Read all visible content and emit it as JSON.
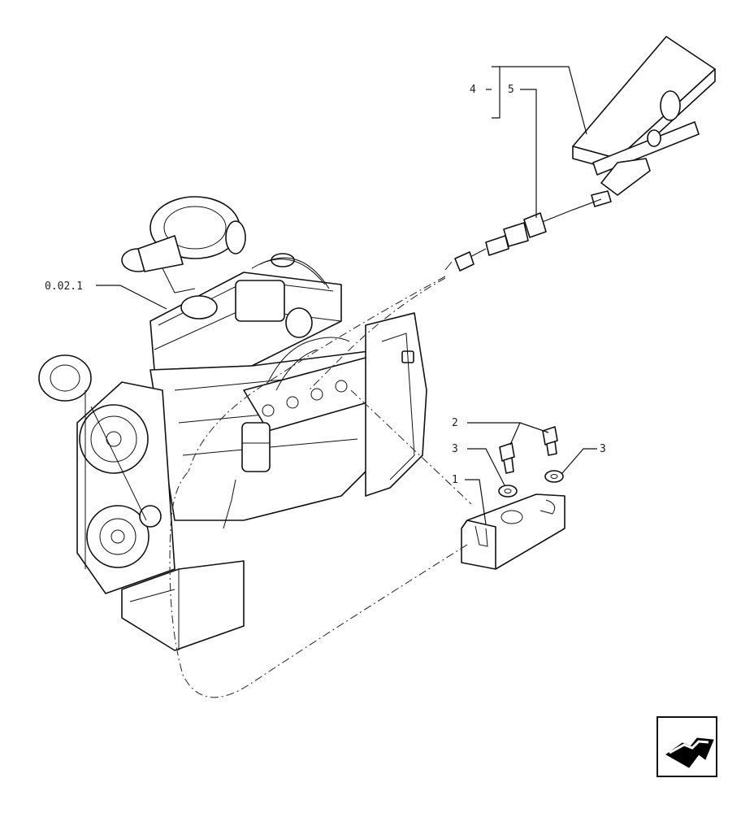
{
  "callouts": {
    "ref_engine": "0.02.1",
    "assembly": "4",
    "cable": "5",
    "bolt": "2",
    "washer_left": "3",
    "washer_right": "3",
    "bracket": "1"
  },
  "icons": {
    "engine": "engine-illustration",
    "pedal": "accelerator-pedal",
    "nav": "next-page-arrow-icon"
  }
}
